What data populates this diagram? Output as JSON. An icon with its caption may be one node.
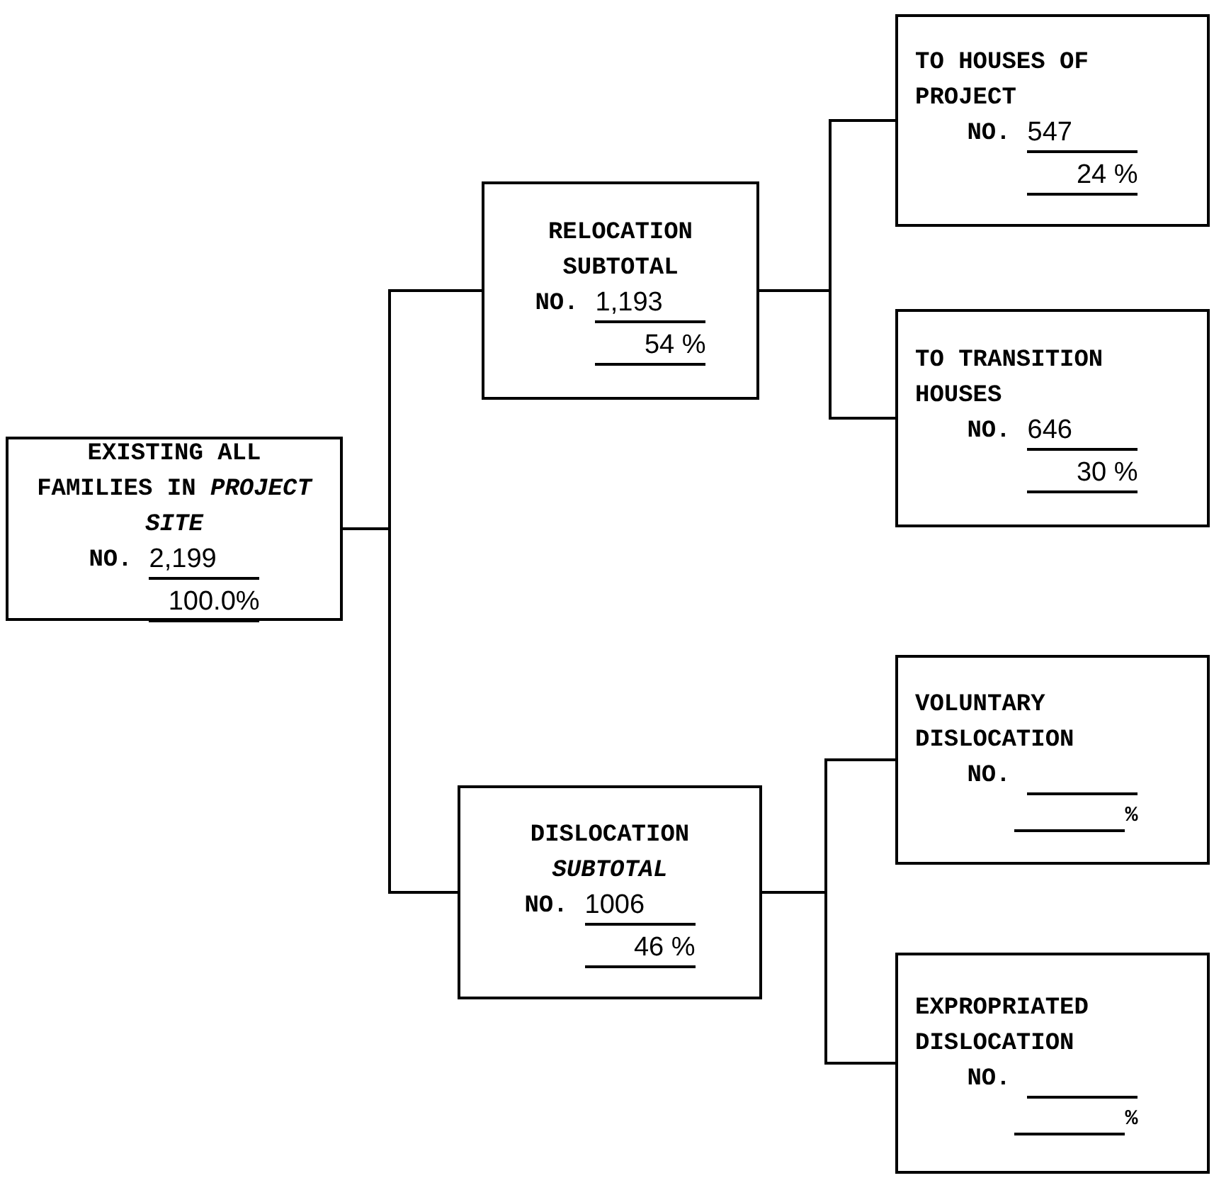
{
  "diagram": {
    "nodes": [
      {
        "text": [
          "EXISTING ALL FAMILIES IN *PROJECT SITE*",
          "NO.",
          "2,199",
          "100.0%"
        ]
      },
      {
        "text": [
          "RELOCATION SUBTOTAL",
          "NO.",
          "1,193",
          "54 %"
        ]
      },
      {
        "text": [
          "TO HOUSES OF PROJECT",
          "NO.",
          "547",
          "24 %"
        ]
      },
      {
        "text": [
          "TO TRANSITION HOUSES",
          "NO.",
          "646",
          "30 %"
        ]
      },
      {
        "text": [
          "DISLOCATION *SUBTOTAL*",
          "NO.",
          "1006",
          "46 %"
        ]
      },
      {
        "text": [
          "VOLUNTARY DISLOCATION",
          "NO.",
          "%"
        ]
      },
      {
        "text": [
          "EXPROPRIATED DISLOCATION",
          "NO.",
          "%"
        ]
      }
    ],
    "edges": [
      {
        "from": 0,
        "to": 1,
        "arrow": "none"
      },
      {
        "from": 0,
        "to": 4,
        "arrow": "none"
      },
      {
        "from": 1,
        "to": 2,
        "arrow": "none"
      },
      {
        "from": 1,
        "to": 3,
        "arrow": "none"
      },
      {
        "from": 4,
        "to": 5,
        "arrow": "none"
      },
      {
        "from": 4,
        "to": 6,
        "arrow": "none"
      }
    ]
  }
}
